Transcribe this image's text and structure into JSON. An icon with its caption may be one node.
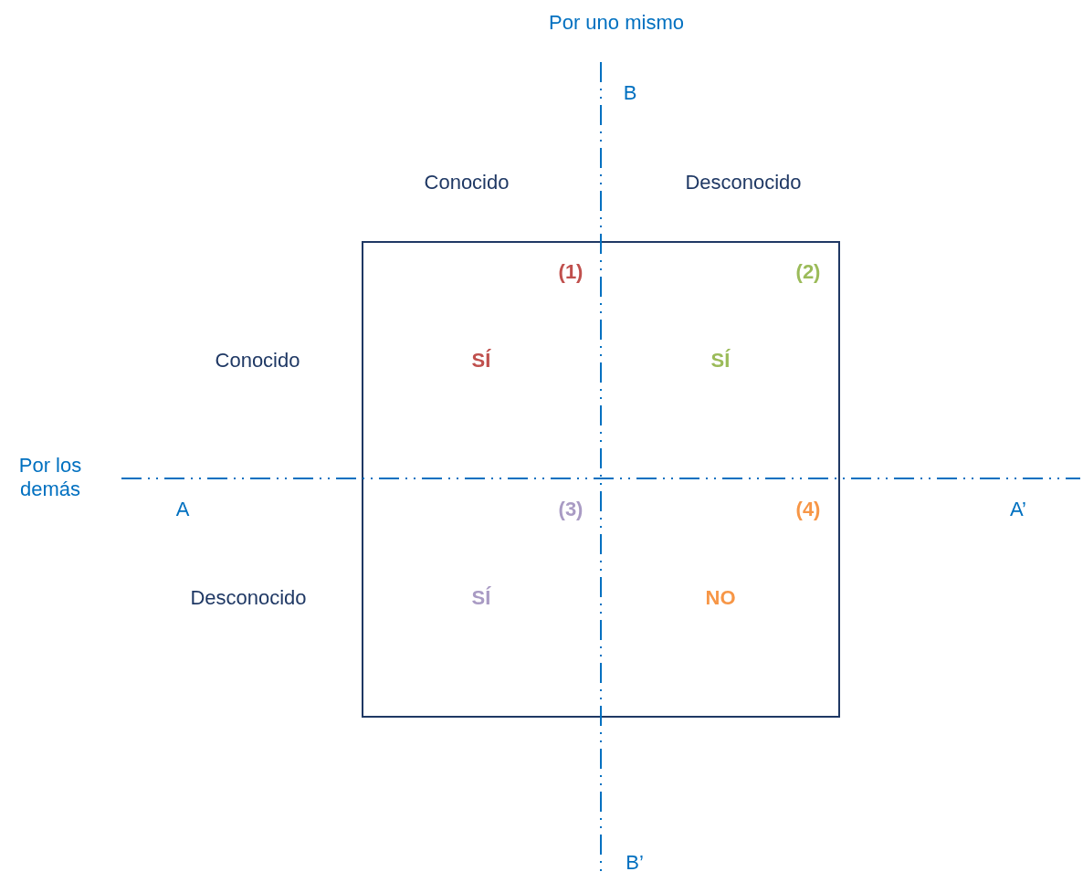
{
  "diagram": {
    "labels": [
      "Por uno mismo",
      "B",
      "Conocido",
      "Desconocido",
      "(1)",
      "(2)",
      "Conocido",
      "SÍ",
      "SÍ",
      "Por los demás",
      "A",
      "(3)",
      "(4)",
      "A’",
      "Desconocido",
      "SÍ",
      "NO",
      "B’"
    ]
  }
}
